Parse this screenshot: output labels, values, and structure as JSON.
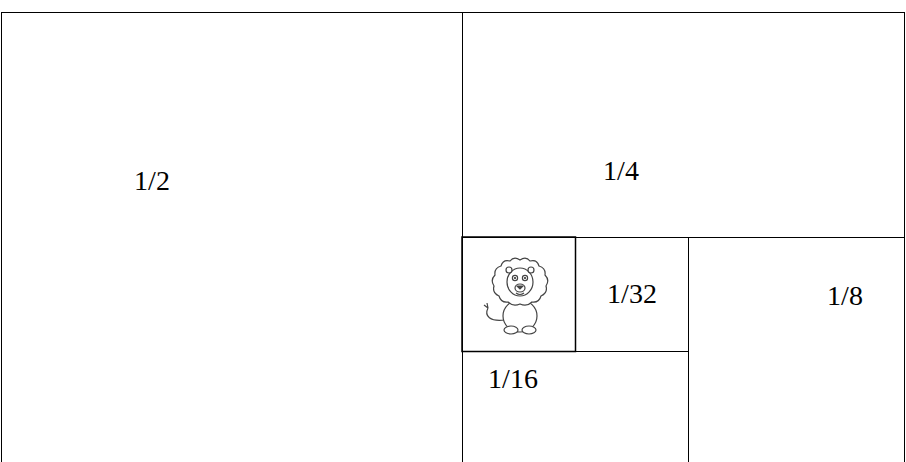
{
  "diagram": {
    "nodes": [
      {
        "text": [
          "1/2"
        ]
      },
      {
        "text": [
          "1/4"
        ]
      },
      {
        "text": [
          "1/32"
        ]
      },
      {
        "text": [
          "1/8"
        ]
      },
      {
        "text": [
          "1/16"
        ]
      }
    ]
  }
}
